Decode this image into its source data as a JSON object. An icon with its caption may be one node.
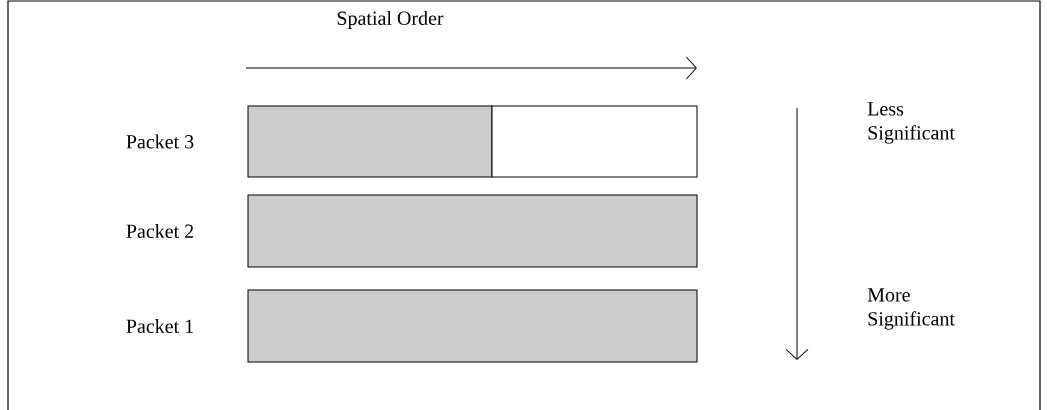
{
  "diagram": {
    "nodes": [
      {
        "text": [],
        "shape": "bar",
        "beside": [
          "Packet 3"
        ]
      },
      {
        "text": [],
        "shape": "bar"
      },
      {
        "text": [],
        "shape": "bar",
        "beside": [
          "Packet 2"
        ]
      },
      {
        "text": [],
        "shape": "bar",
        "beside": [
          "Packet 1"
        ]
      }
    ],
    "labels": [
      "Spatial Order",
      "Less Significant",
      "More Significant"
    ]
  }
}
